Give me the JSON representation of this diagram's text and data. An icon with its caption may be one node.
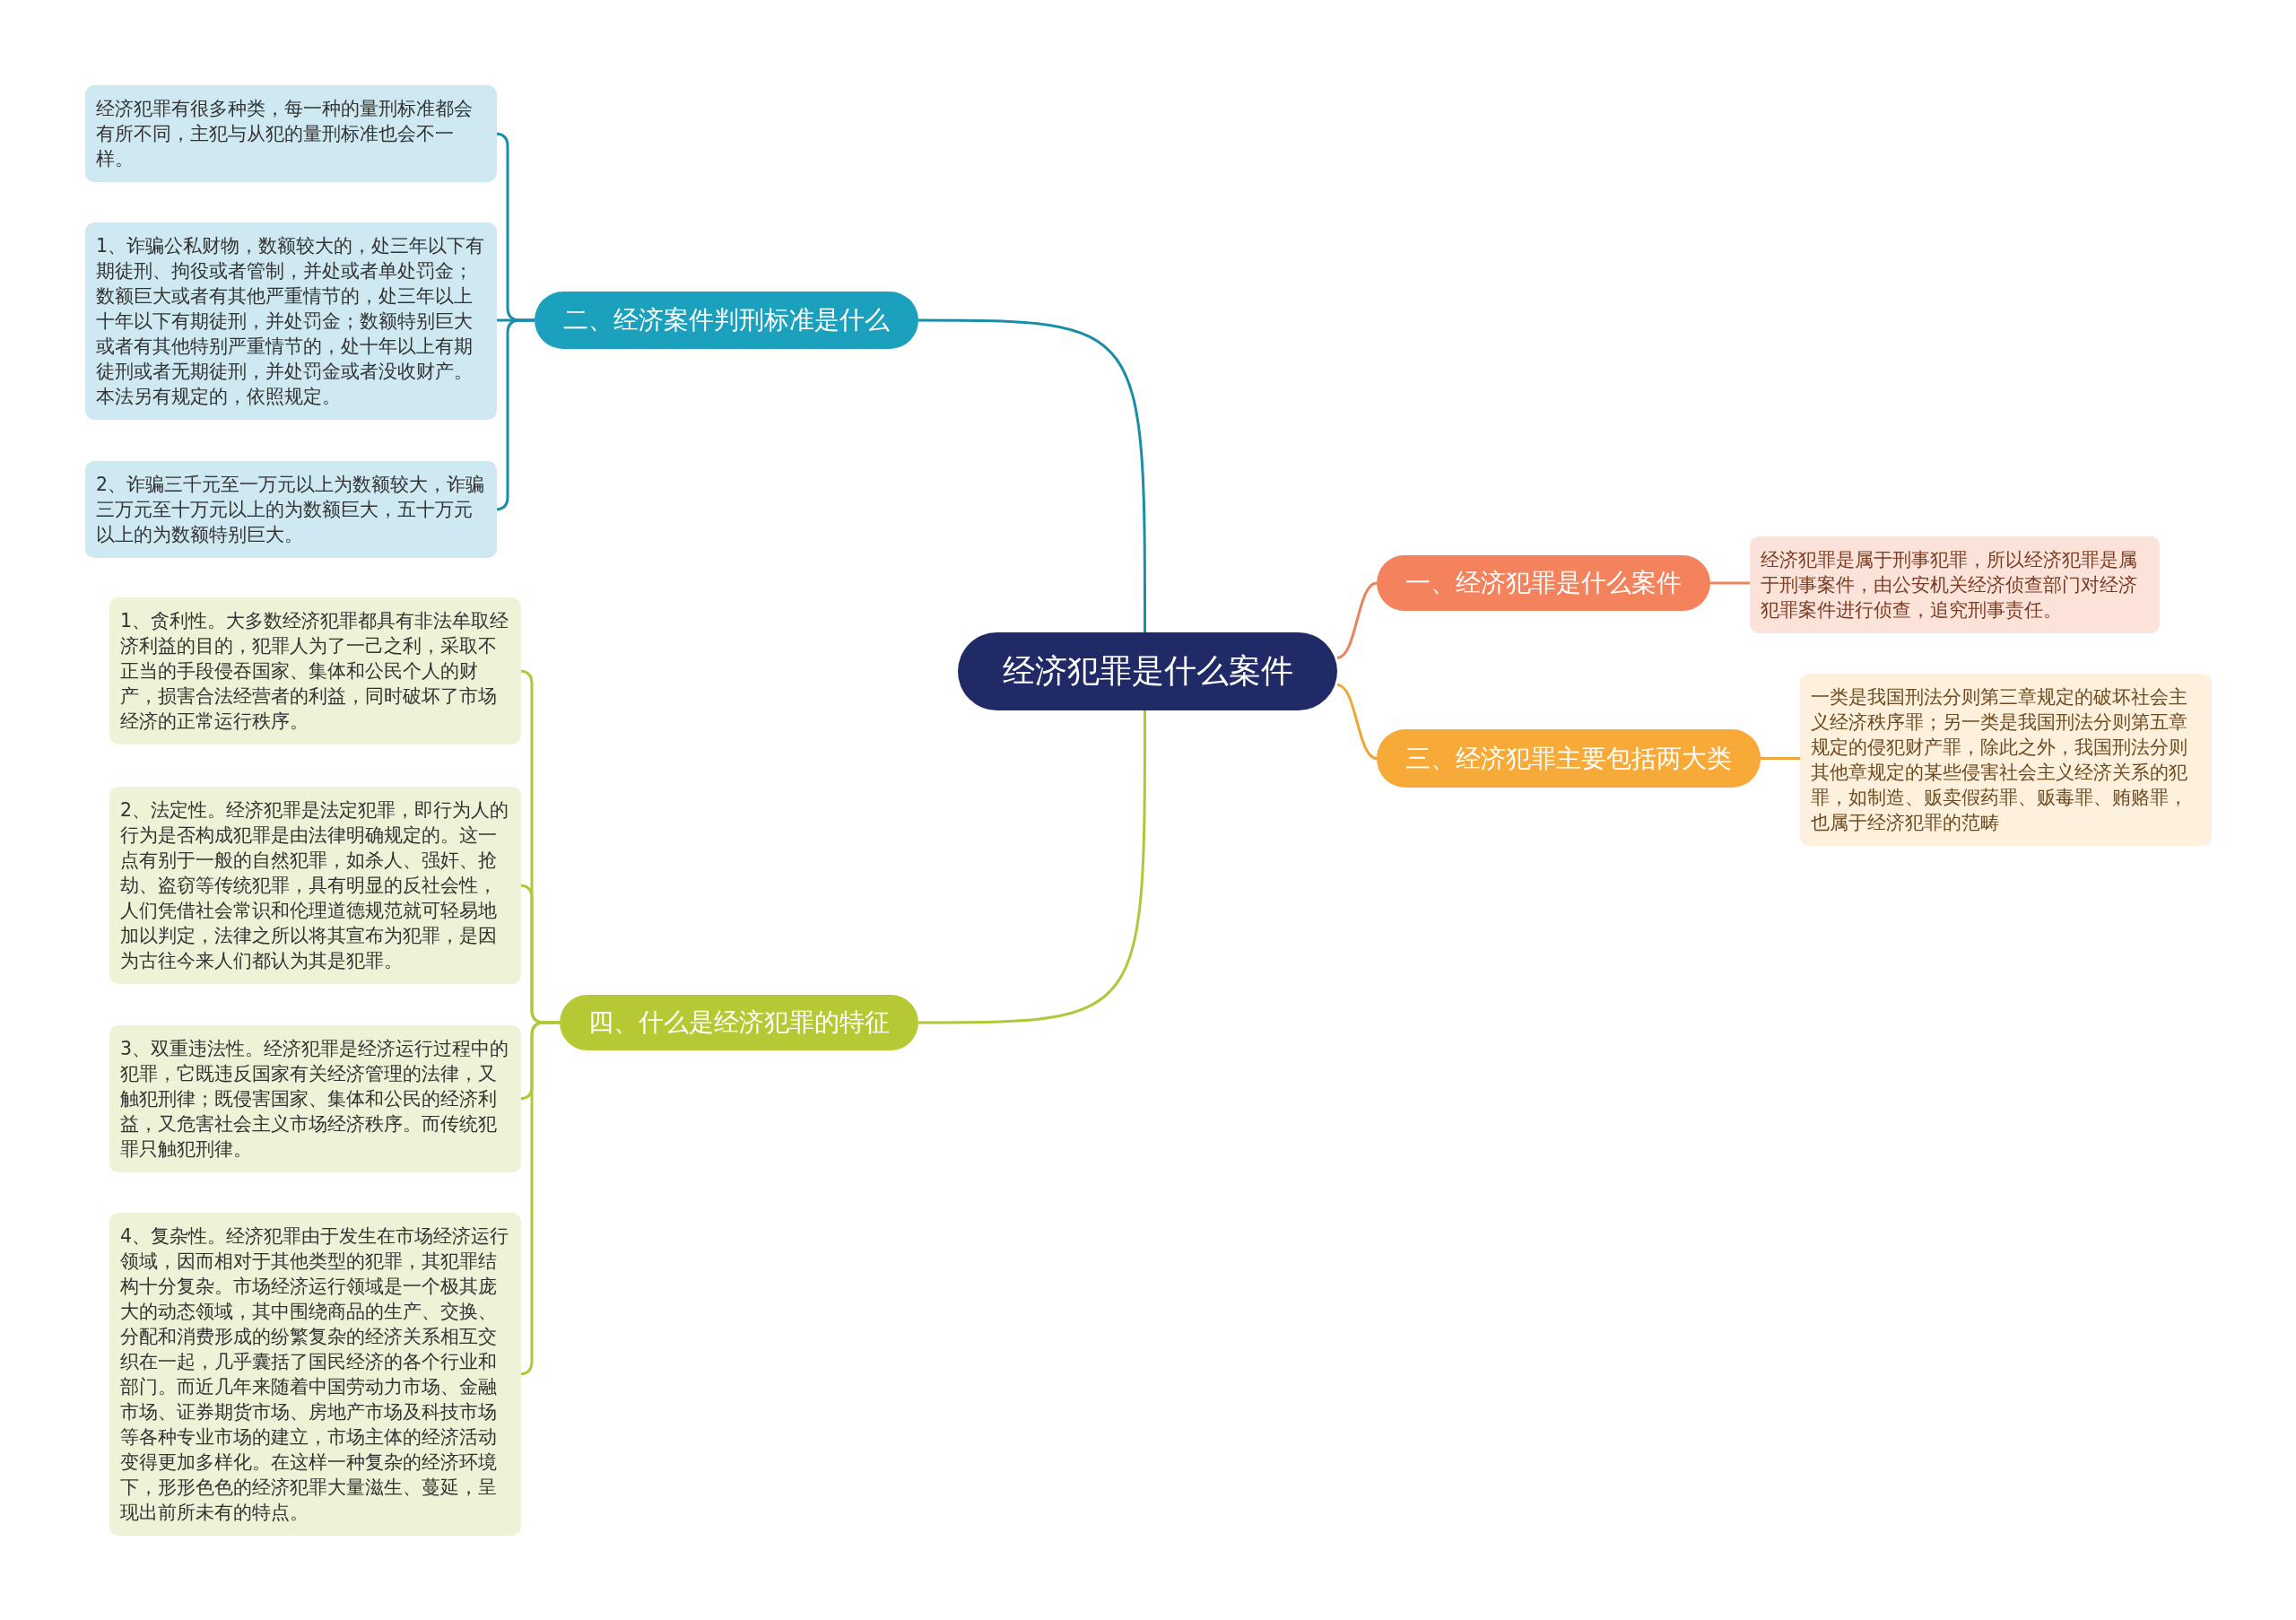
{
  "diagram": {
    "nodes": [
      {
        "text": [
          "经济犯罪是什么案件"
        ]
      },
      {
        "text": [
          "二、经济案件判刑标准是什么"
        ]
      },
      {
        "text": [
          "经济犯罪有很多种类，每一种的量刑标准都会有所不同，主犯与从犯的量刑标准也会不一样。"
        ]
      },
      {
        "text": [
          "1、诈骗公私财物，数额较大的，处三年以下有期徒刑、拘役或者管制，并处或者单处罚金；数额巨大或者有其他严重情节的，处三年以上十年以下有期徒刑，并处罚金；数额特别巨大或者有其他特别严重情节的，处十年以上有期徒刑或者无期徒刑，并处罚金或者没收财产。本法另有规定的，依照规定。"
        ]
      },
      {
        "text": [
          "2、诈骗三千元至一万元以上为数额较大，诈骗三万元至十万元以上的为数额巨大，五十万元以上的为数额特别巨大。"
        ]
      },
      {
        "text": [
          "一、经济犯罪是什么案件"
        ]
      },
      {
        "text": [
          "经济犯罪是属于刑事犯罪，所以经济犯罪是属于刑事案件，由公安机关经济侦查部门对经济犯罪案件进行侦查，追究刑事责任。"
        ]
      },
      {
        "text": [
          "三、经济犯罪主要包括两大类"
        ]
      },
      {
        "text": [
          "一类是我国刑法分则第三章规定的破坏社会主义经济秩序罪；另一类是我国刑法分则第五章规定的侵犯财产罪，除此之外，我国刑法分则其他章规定的某些侵害社会主义经济关系的犯罪，如制造、贩卖假药罪、贩毒罪、贿赂罪，也属于经济犯罪的范畴"
        ]
      },
      {
        "text": [
          "四、什么是经济犯罪的特征"
        ]
      },
      {
        "text": [
          "1、贪利性。大多数经济犯罪都具有非法牟取经济利益的目的，犯罪人为了一己之利，采取不正当的手段侵吞国家、集体和公民个人的财产，损害合法经营者的利益，同时破坏了市场经济的正常运行秩序。"
        ]
      },
      {
        "text": [
          "2、法定性。经济犯罪是法定犯罪，即行为人的行为是否构成犯罪是由法律明确规定的。这一点有别于一般的自然犯罪，如杀人、强奸、抢劫、盗窃等传统犯罪，具有明显的反社会性，人们凭借社会常识和伦理道德规范就可轻易地加以判定，法律之所以将其宣布为犯罪，是因为古往今来人们都认为其是犯罪。"
        ]
      },
      {
        "text": [
          "3、双重违法性。经济犯罪是经济运行过程中的犯罪，它既违反国家有关经济管理的法律，又触犯刑律；既侵害国家、集体和公民的经济利益，又危害社会主义市场经济秩序。而传统犯罪只触犯刑律。"
        ]
      },
      {
        "text": [
          "4、复杂性。经济犯罪由于发生在市场经济运行领域，因而相对于其他类型的犯罪，其犯罪结构十分复杂。市场经济运行领域是一个极其庞大的动态领域，其中围绕商品的生产、交换、分配和消费形成的纷繁复杂的经济关系相互交织在一起，几乎囊括了国民经济的各个行业和部门。而近几年来随着中国劳动力市场、金融市场、证券期货市场、房地产市场及科技市场等各种专业市场的建立，市场主体的经济活动变得更加多样化。在这样一种复杂的经济环境下，形形色色的经济犯罪大量滋生、蔓延，呈现出前所未有的特点。"
        ]
      }
    ],
    "edges": [
      {
        "from": 0,
        "to": 1,
        "arrow": "none",
        "color": "#1a8ea8"
      },
      {
        "from": 1,
        "to": 2,
        "arrow": "none",
        "color": "#1a8ea8"
      },
      {
        "from": 1,
        "to": 3,
        "arrow": "none",
        "color": "#1a8ea8"
      },
      {
        "from": 1,
        "to": 4,
        "arrow": "none",
        "color": "#1a8ea8"
      },
      {
        "from": 0,
        "to": 5,
        "arrow": "none",
        "color": "#e8845e"
      },
      {
        "from": 5,
        "to": 6,
        "arrow": "none",
        "color": "#e8845e"
      },
      {
        "from": 0,
        "to": 7,
        "arrow": "none",
        "color": "#f0a43c"
      },
      {
        "from": 7,
        "to": 8,
        "arrow": "none",
        "color": "#f0a43c"
      },
      {
        "from": 0,
        "to": 9,
        "arrow": "none",
        "color": "#b2c63a"
      },
      {
        "from": 9,
        "to": 10,
        "arrow": "none",
        "color": "#b2c63a"
      },
      {
        "from": 9,
        "to": 11,
        "arrow": "none",
        "color": "#b2c63a"
      },
      {
        "from": 9,
        "to": 12,
        "arrow": "none",
        "color": "#b2c63a"
      },
      {
        "from": 9,
        "to": 13,
        "arrow": "none",
        "color": "#b2c63a"
      }
    ]
  }
}
